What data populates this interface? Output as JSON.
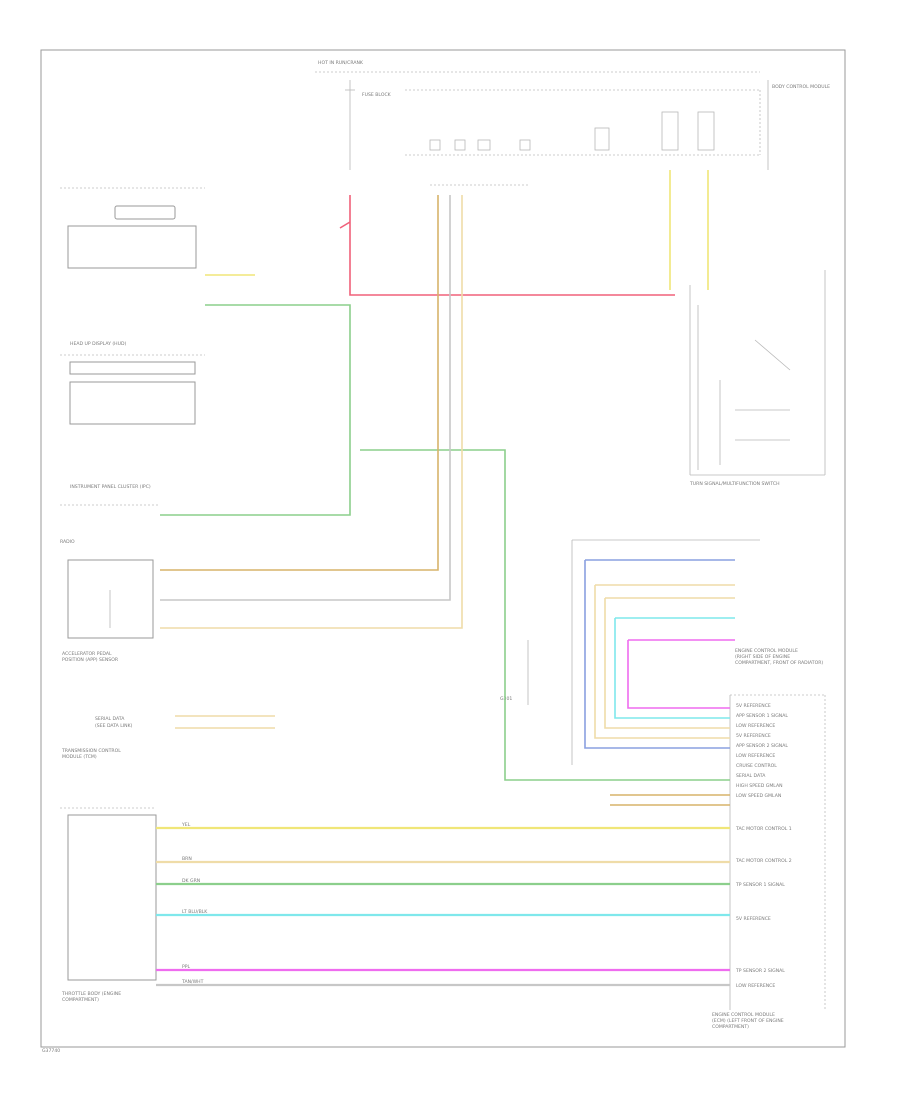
{
  "footer": {
    "code": "G37740"
  },
  "colors": {
    "red": "#f0607a",
    "green": "#8ccf8c",
    "yellow": "#f0e678",
    "gold": "#d7b46a",
    "tan": "#efdca8",
    "blue": "#8aa0e0",
    "cyan": "#7fe8ec",
    "magenta": "#ef6cef",
    "gray": "#c7c7c7",
    "black": "#6e6e6e"
  },
  "labels": {
    "fuse_top": "HOT IN RUN/CRANK",
    "fuse_block": "FUSE BLOCK",
    "body_control": "BODY CONTROL MODULE",
    "ecm_name_lines": [
      "ENGINE CONTROL MODULE",
      "(ECM) (LEFT FRONT OF ENGINE",
      "COMPARTMENT)"
    ],
    "ecm_right_lines": [
      "ENGINE CONTROL MODULE",
      "(RIGHT SIDE OF ENGINE",
      "COMPARTMENT, FRONT OF RADIATOR)"
    ],
    "instrument_cluster": "INSTRUMENT PANEL CLUSTER (IPC)",
    "trans_control": [
      "TRANSMISSION CONTROL",
      "MODULE (TCM)"
    ],
    "throttle_body": [
      "THROTTLE BODY (ENGINE",
      "COMPARTMENT)"
    ],
    "left_module": "HEAD UP DISPLAY (HUD)",
    "radio": "RADIO",
    "turn_switch": "TURN SIGNAL/MULTIFUNCTION SWITCH",
    "pedal_sensor": [
      "ACCELERATOR PEDAL",
      "POSITION (APP) SENSOR"
    ],
    "serial_data": [
      "SERIAL DATA",
      "(SEE DATA LINK)"
    ],
    "ground": "G301"
  },
  "right_pins": [
    "5V REFERENCE",
    "APP SENSOR 1 SIGNAL",
    "LOW REFERENCE",
    "5V REFERENCE",
    "APP SENSOR 2 SIGNAL",
    "LOW REFERENCE",
    "CRUISE CONTROL",
    "SERIAL DATA",
    "HIGH SPEED GMLAN",
    "LOW SPEED GMLAN"
  ],
  "bottom_pins": [
    "TAC MOTOR CONTROL 1",
    "TAC MOTOR CONTROL 2",
    "TP SENSOR 1 SIGNAL",
    "5V REFERENCE",
    "TP SENSOR 2 SIGNAL",
    "LOW REFERENCE"
  ],
  "wire_labels": [
    "YEL",
    "BRN",
    "DK GRN",
    "LT BLU/BLK",
    "PPL",
    "TAN/WHT"
  ]
}
